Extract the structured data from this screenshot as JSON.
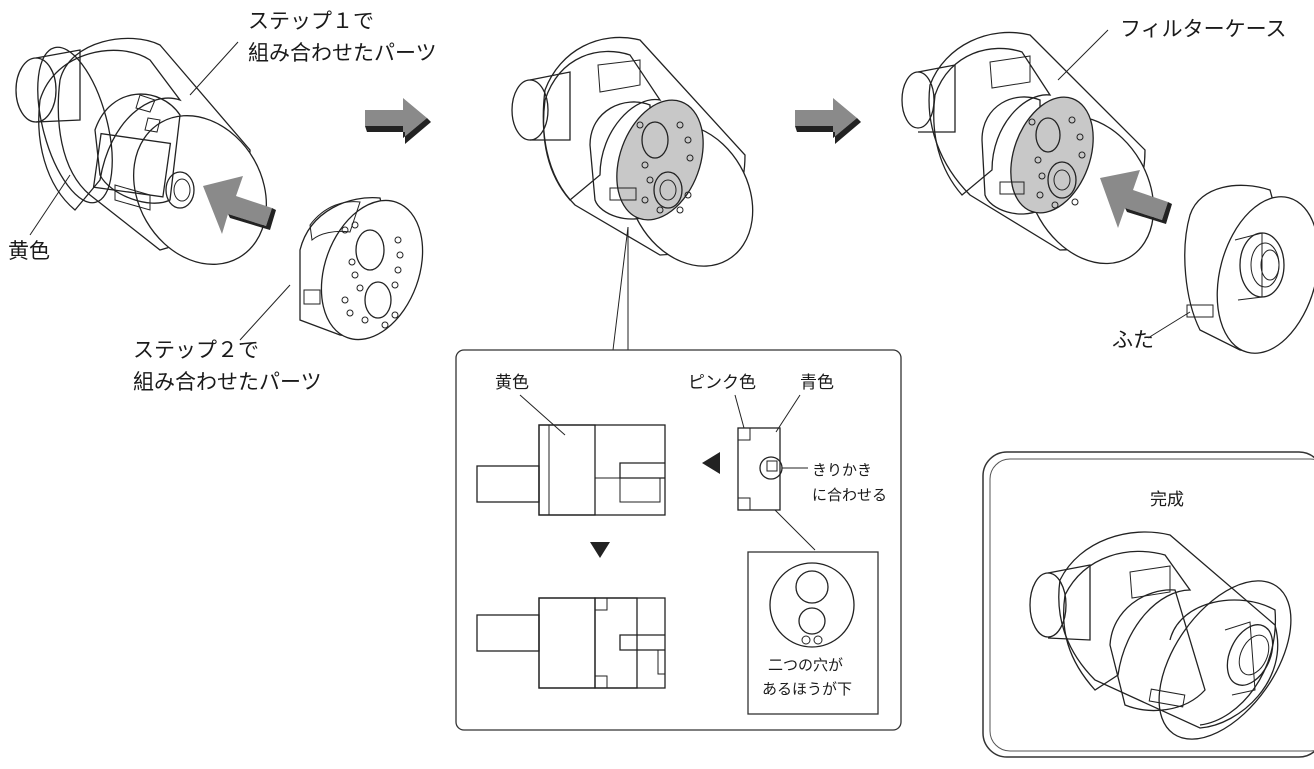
{
  "title": "",
  "step1": {
    "part_label_line1": "ステップ１で",
    "part_label_line2": "組み合わせたパーツ",
    "color_label": "黄色"
  },
  "step2": {
    "part_label_line1": "ステップ２で",
    "part_label_line2": "組み合わせたパーツ"
  },
  "detail": {
    "yellow_label": "黄色",
    "pink_label": "ピンク色",
    "blue_label": "青色",
    "notch_line1": "きりかき",
    "notch_line2": "に合わせる",
    "holes_line1": "二つの穴が",
    "holes_line2": "あるほうが下"
  },
  "case": {
    "case_label": "フィルターケース",
    "lid_label": "ふた"
  },
  "finished": {
    "title": "完成"
  },
  "colors": {
    "yellow_part": "#e2e2e2",
    "blue_part": "#c8c8c8",
    "arrow": "#8a8a8a",
    "line": "#222222"
  }
}
